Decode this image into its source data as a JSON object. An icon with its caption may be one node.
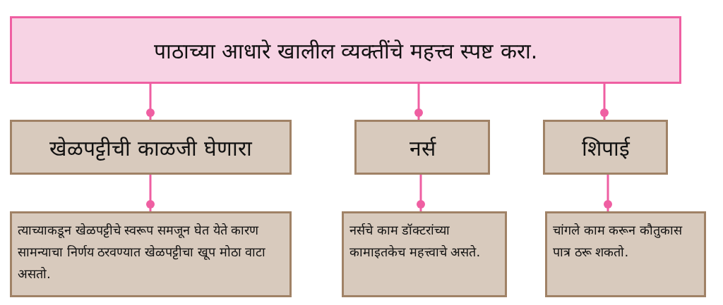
{
  "diagram": {
    "nodes": [
      {
        "text": [
          "पाठाच्या आधारे खालील व्यक्तींचे महत्त्व स्पष्ट करा."
        ]
      },
      {
        "text": [
          "खेळपट्टीची काळजी घेणारा"
        ]
      },
      {
        "text": [
          "नर्स"
        ]
      },
      {
        "text": [
          "शिपाई"
        ]
      },
      {
        "text": [
          "त्याच्याकडून खेळपट्टीचे स्वरूप समजून घेत येते कारण सामन्याचा निर्णय ठरवण्यात खेळपट्टीचा खूप मोठा वाटा असतो."
        ]
      },
      {
        "text": [
          "नर्सचे काम डॉक्टरांच्या कामाइतकेच महत्त्वाचे असते."
        ]
      },
      {
        "text": [
          "चांगले काम करून कौतुकास पात्र ठरू शकतो."
        ]
      }
    ],
    "edges": [
      {
        "from": 0,
        "to": 1,
        "arrow": "other"
      },
      {
        "from": 0,
        "to": 2,
        "arrow": "other"
      },
      {
        "from": 0,
        "to": 3,
        "arrow": "other"
      },
      {
        "from": 1,
        "to": 4,
        "arrow": "other"
      },
      {
        "from": 2,
        "to": 5,
        "arrow": "other"
      },
      {
        "from": 3,
        "to": 6,
        "arrow": "other"
      }
    ]
  }
}
